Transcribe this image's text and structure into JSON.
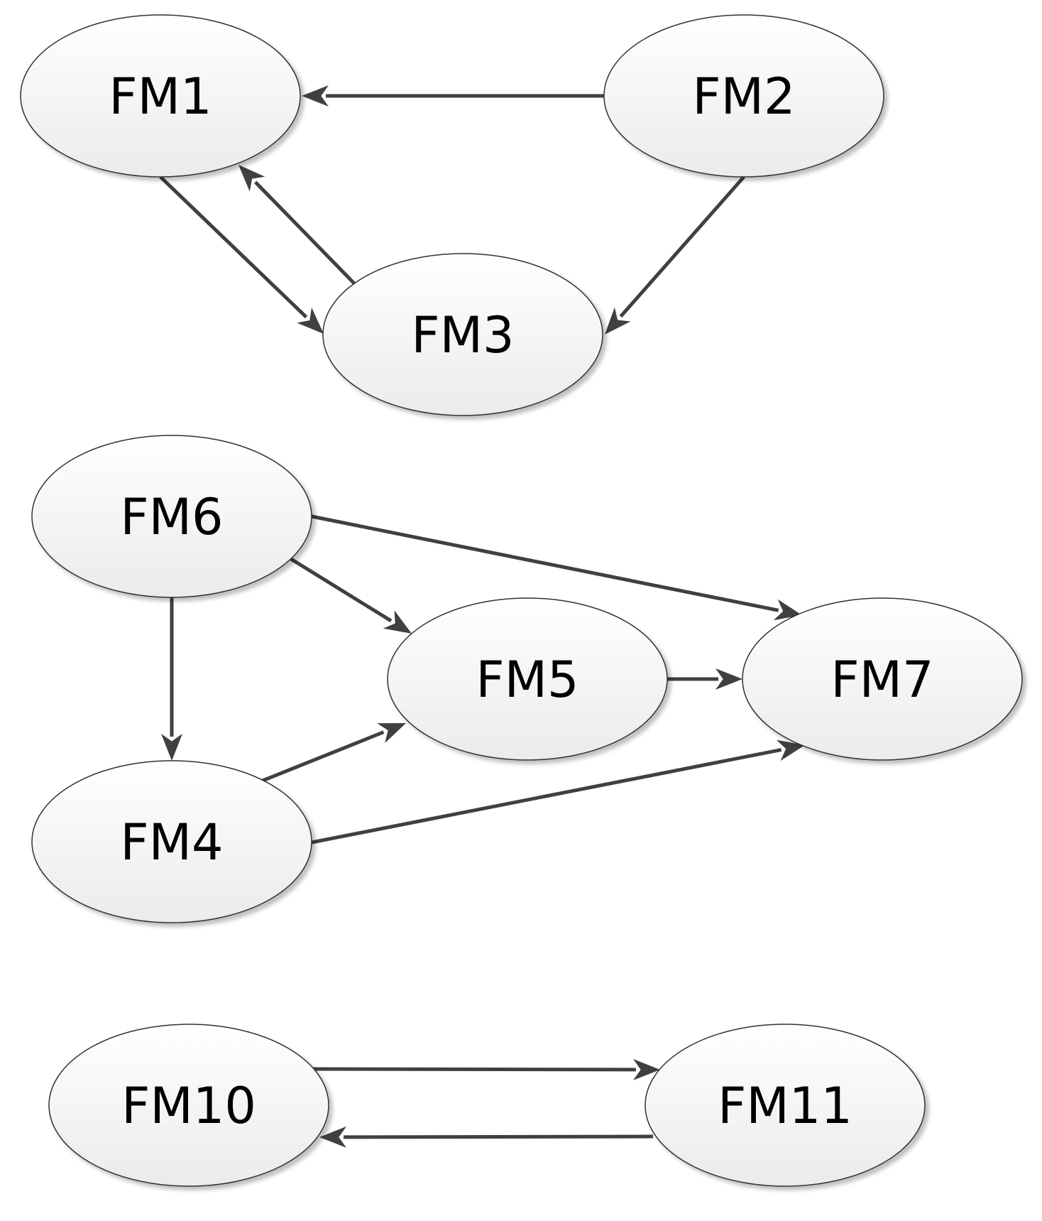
{
  "diagram": {
    "nodes": [
      {
        "id": "FM1",
        "label": "FM1"
      },
      {
        "id": "FM2",
        "label": "FM2"
      },
      {
        "id": "FM3",
        "label": "FM3"
      },
      {
        "id": "FM6",
        "label": "FM6"
      },
      {
        "id": "FM5",
        "label": "FM5"
      },
      {
        "id": "FM7",
        "label": "FM7"
      },
      {
        "id": "FM4",
        "label": "FM4"
      },
      {
        "id": "FM10",
        "label": "FM10"
      },
      {
        "id": "FM11",
        "label": "FM11"
      }
    ],
    "edges": [
      {
        "from": "FM2",
        "to": "FM1"
      },
      {
        "from": "FM1",
        "to": "FM3"
      },
      {
        "from": "FM3",
        "to": "FM1"
      },
      {
        "from": "FM2",
        "to": "FM3"
      },
      {
        "from": "FM6",
        "to": "FM7"
      },
      {
        "from": "FM6",
        "to": "FM5"
      },
      {
        "from": "FM6",
        "to": "FM4"
      },
      {
        "from": "FM5",
        "to": "FM7"
      },
      {
        "from": "FM4",
        "to": "FM5"
      },
      {
        "from": "FM4",
        "to": "FM7"
      },
      {
        "from": "FM10",
        "to": "FM11"
      },
      {
        "from": "FM11",
        "to": "FM10"
      }
    ],
    "colors": {
      "node_fill_top": "#ffffff",
      "node_fill_bottom": "#ebebeb",
      "node_stroke": "#333333",
      "edge": "#404040",
      "text": "#000000"
    }
  }
}
